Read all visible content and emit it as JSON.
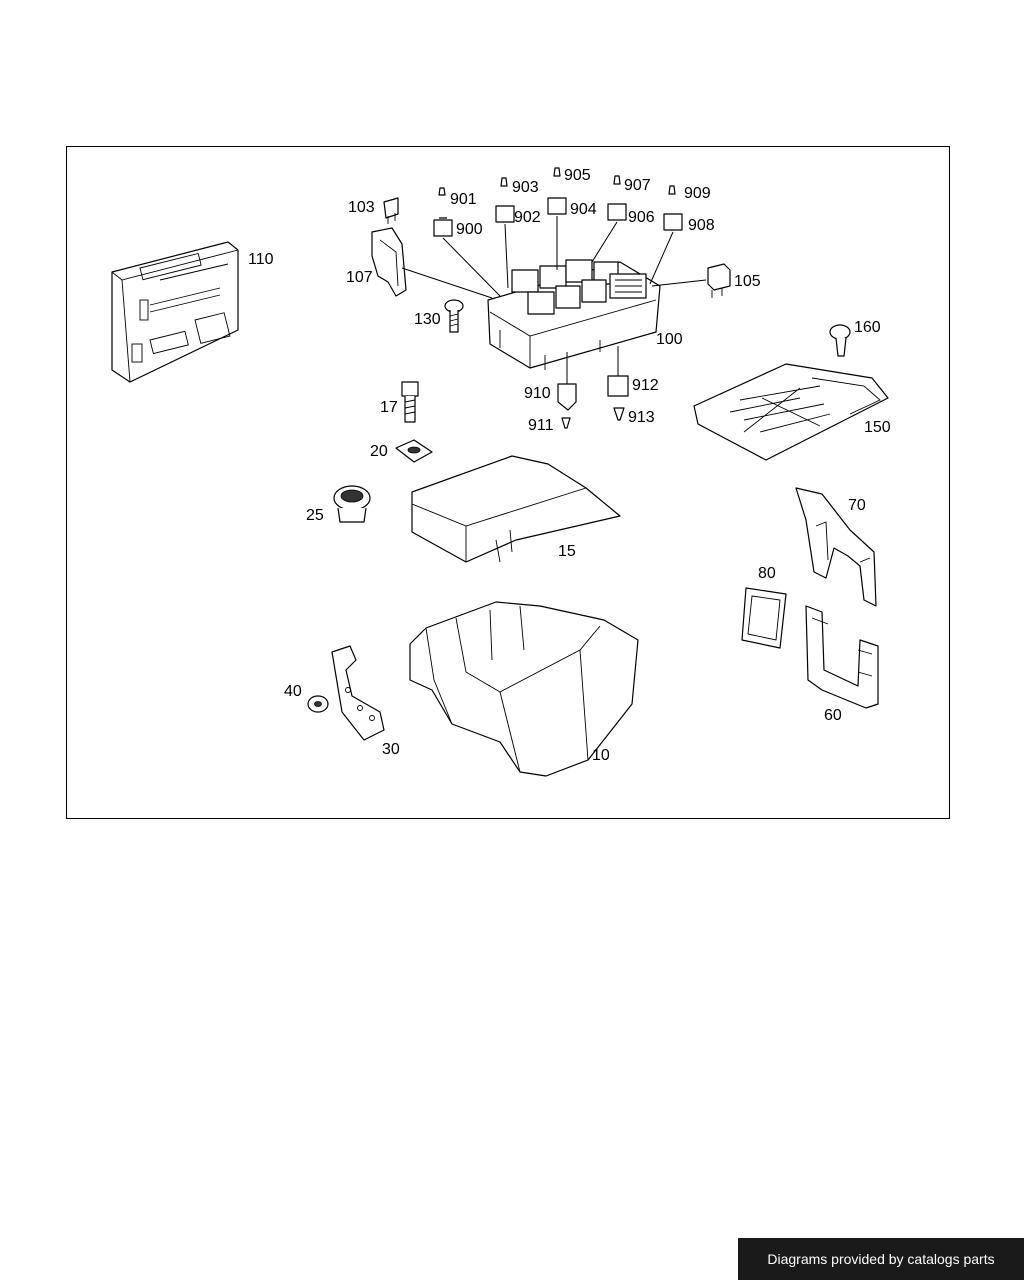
{
  "credit": "Diagrams provided by catalogs parts",
  "callouts": {
    "p10": "10",
    "p15": "15",
    "p17": "17",
    "p20": "20",
    "p25": "25",
    "p30": "30",
    "p40": "40",
    "p60": "60",
    "p70": "70",
    "p80": "80",
    "p100": "100",
    "p103": "103",
    "p105": "105",
    "p107": "107",
    "p110": "110",
    "p130": "130",
    "p150": "150",
    "p160": "160",
    "p900": "900",
    "p901": "901",
    "p902": "902",
    "p903": "903",
    "p904": "904",
    "p905": "905",
    "p906": "906",
    "p907": "907",
    "p908": "908",
    "p909": "909",
    "p910": "910",
    "p911": "911",
    "p912": "912",
    "p913": "913"
  }
}
